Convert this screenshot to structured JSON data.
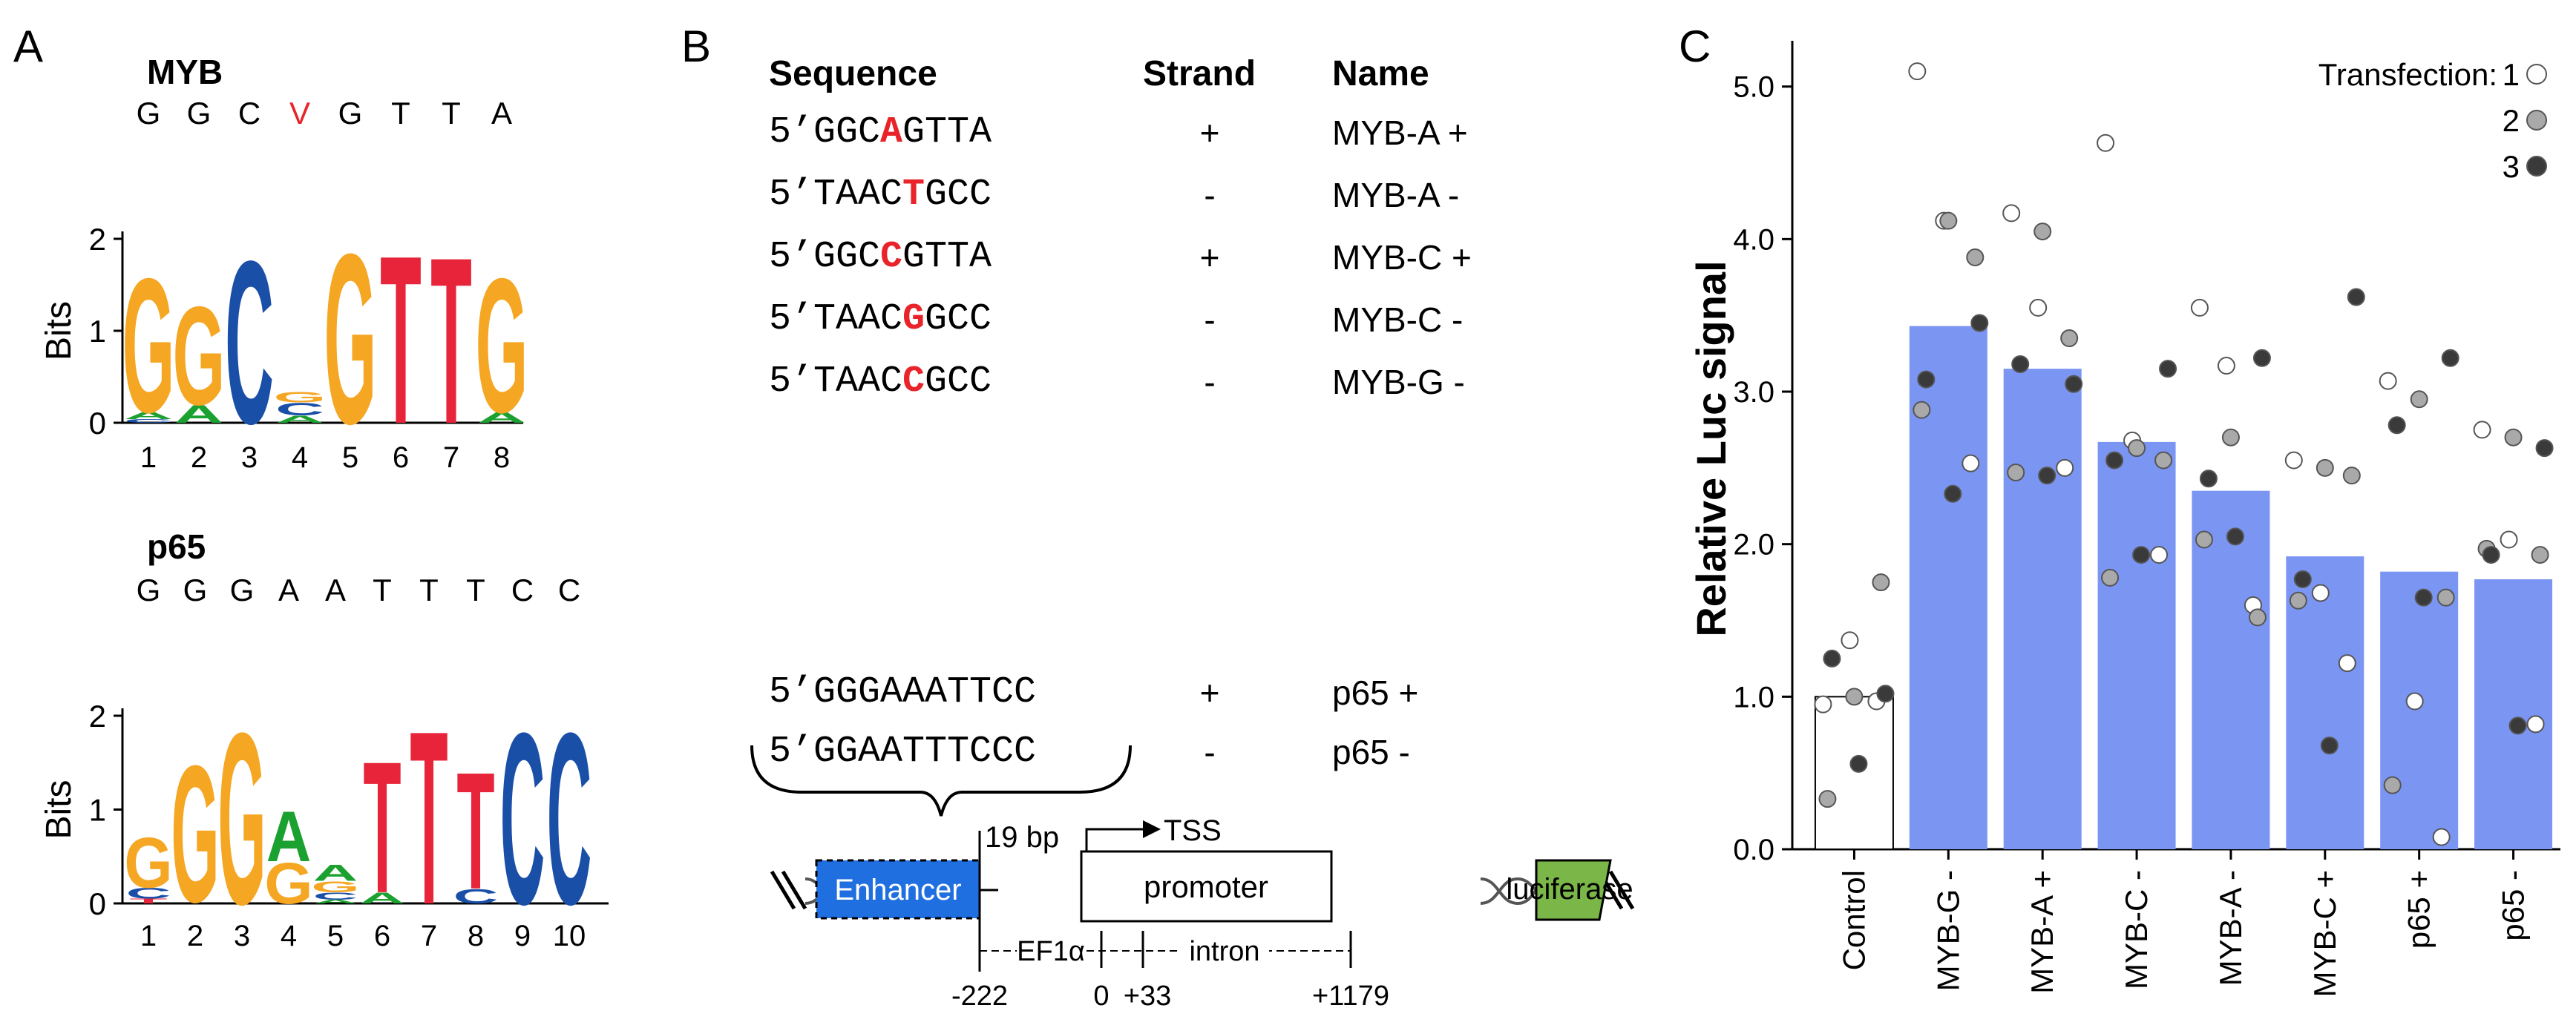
{
  "panels": {
    "a": "A",
    "b": "B",
    "c": "C"
  },
  "panel_a": {
    "myb": {
      "title": "MYB",
      "consensus": [
        "G",
        "G",
        "C",
        "V",
        "G",
        "T",
        "T",
        "A"
      ],
      "ylabel": "Bits",
      "yticks": [
        "0",
        "1",
        "2"
      ],
      "positions": [
        "1",
        "2",
        "3",
        "4",
        "5",
        "6",
        "7",
        "8"
      ]
    },
    "p65": {
      "title": "p65",
      "consensus": [
        "G",
        "G",
        "G",
        "A",
        "A",
        "T",
        "T",
        "T",
        "C",
        "C"
      ],
      "ylabel": "Bits",
      "yticks": [
        "0",
        "1",
        "2"
      ],
      "positions": [
        "1",
        "2",
        "3",
        "4",
        "5",
        "6",
        "7",
        "8",
        "9",
        "10"
      ]
    },
    "colors": {
      "A": "#1ba12f",
      "C": "#1a4fa8",
      "G": "#f5a623",
      "T": "#e8243a",
      "highlight": "#e8242a"
    }
  },
  "panel_b": {
    "headers": {
      "sequence": "Sequence",
      "strand": "Strand",
      "name": "Name"
    },
    "myb_rows": [
      {
        "prefix": "5’GGC",
        "hl": "A",
        "suffix": "GTTA",
        "strand": "+",
        "name": "MYB-A +"
      },
      {
        "prefix": "5’TAAC",
        "hl": "T",
        "suffix": "GCC",
        "strand": "-",
        "name": "MYB-A -"
      },
      {
        "prefix": "5’GGC",
        "hl": "C",
        "suffix": "GTTA",
        "strand": "+",
        "name": "MYB-C +"
      },
      {
        "prefix": "5’TAAC",
        "hl": "G",
        "suffix": "GCC",
        "strand": "-",
        "name": "MYB-C -"
      },
      {
        "prefix": "5’TAAC",
        "hl": "C",
        "suffix": "GCC",
        "strand": "-",
        "name": "MYB-G -"
      }
    ],
    "p65_rows": [
      {
        "seq": "5’GGGAAATTCC",
        "strand": "+",
        "name": "p65 +"
      },
      {
        "seq": "5’GGAATTTCCC",
        "strand": "-",
        "name": "p65 -"
      }
    ],
    "construct": {
      "enhancer": "Enhancer",
      "spacer": "19 bp",
      "tss": "TSS",
      "promoter": "promoter",
      "luciferase": "luciferase",
      "ef1a": "EF1α",
      "intron": "intron",
      "coords": [
        "-222",
        "0",
        "+33",
        "+1179"
      ],
      "enhancer_color": "#1f6fe0",
      "luciferase_color": "#7ab648"
    }
  },
  "chart_data": {
    "type": "bar",
    "ylabel": "Relative Luc signal",
    "ylim": [
      0,
      5.3
    ],
    "yticks": [
      "0.0",
      "1.0",
      "2.0",
      "3.0",
      "4.0",
      "5.0"
    ],
    "categories": [
      "Control",
      "MYB-G -",
      "MYB-A +",
      "MYB-C -",
      "MYB-A -",
      "MYB-C +",
      "p65 +",
      "p65 -"
    ],
    "values": [
      1.0,
      3.43,
      3.15,
      2.67,
      2.35,
      1.92,
      1.82,
      1.77
    ],
    "bar_colors": [
      "#ffffff",
      "#7b95f2",
      "#7b95f2",
      "#7b95f2",
      "#7b95f2",
      "#7b95f2",
      "#7b95f2",
      "#7b95f2"
    ],
    "legend_title": "Transfection:",
    "legend_position": "top-right",
    "series": [
      {
        "name": "1",
        "color": "#ffffff",
        "points": [
          [
            0.95,
            1.37,
            0.97
          ],
          [
            5.1,
            4.12,
            2.53
          ],
          [
            4.17,
            3.55,
            2.5
          ],
          [
            4.63,
            2.68,
            1.93
          ],
          [
            3.55,
            3.17,
            1.6
          ],
          [
            2.55,
            1.68,
            1.22
          ],
          [
            3.07,
            0.97,
            0.08
          ],
          [
            2.75,
            2.03,
            0.82
          ]
        ]
      },
      {
        "name": "2",
        "color": "#a9a9a9",
        "points": [
          [
            1.0,
            1.75,
            0.33
          ],
          [
            4.12,
            3.88,
            2.88
          ],
          [
            4.05,
            3.35,
            2.47
          ],
          [
            2.63,
            2.55,
            1.78
          ],
          [
            2.7,
            1.52,
            2.03
          ],
          [
            2.5,
            2.45,
            1.63
          ],
          [
            2.95,
            1.65,
            0.42
          ],
          [
            2.7,
            1.93,
            1.97
          ]
        ]
      },
      {
        "name": "3",
        "color": "#3a3a3a",
        "points": [
          [
            1.02,
            1.25,
            0.56
          ],
          [
            3.45,
            3.08,
            2.33
          ],
          [
            3.05,
            3.18,
            2.45
          ],
          [
            3.15,
            2.55,
            1.93
          ],
          [
            3.22,
            2.43,
            2.05
          ],
          [
            3.62,
            1.77,
            0.68
          ],
          [
            3.22,
            2.78,
            1.65
          ],
          [
            2.63,
            1.93,
            0.81
          ]
        ]
      }
    ]
  }
}
